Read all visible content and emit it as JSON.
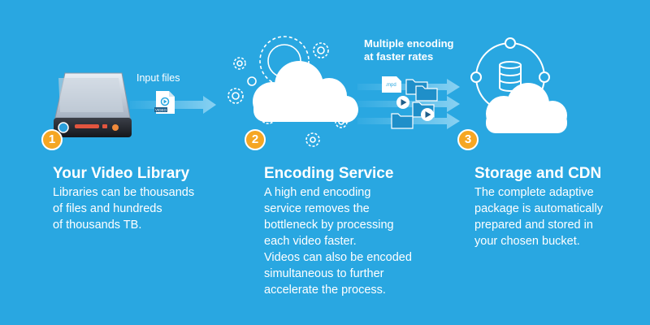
{
  "diagram": {
    "input_label": "Input files",
    "multi_label": "Multiple encoding\nat faster rates",
    "file_tag_mpd": ".mpd",
    "file_tag_video": "VIDEO",
    "steps": [
      {
        "number": "1",
        "title": "Your Video Library",
        "description": "Libraries can be thousands\nof files and hundreds\nof thousands TB."
      },
      {
        "number": "2",
        "title": "Encoding Service",
        "description": "A high end encoding\nservice removes the\nbottleneck by processing\neach video faster.\nVideos can also be encoded\nsimultaneous to further\naccelerate the process."
      },
      {
        "number": "3",
        "title": "Storage and CDN",
        "description": "The complete adaptive\npackage is automatically\nprepared and stored in\nyour chosen bucket."
      }
    ]
  },
  "colors": {
    "background": "#29a7e1",
    "badge": "#f5a623",
    "arrow": "#6fc6ee",
    "folder": "#1f8fc9"
  }
}
